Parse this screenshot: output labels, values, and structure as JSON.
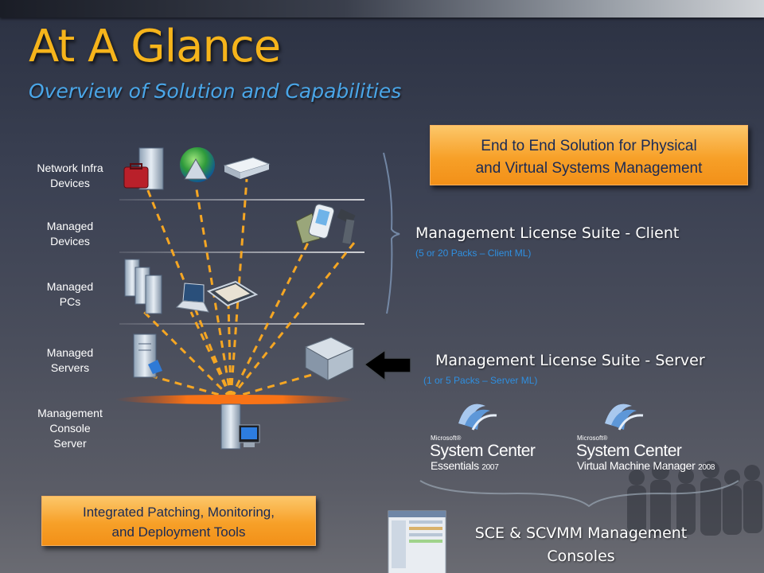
{
  "header": {
    "title": "At A Glance",
    "subtitle": "Overview of Solution and Capabilities"
  },
  "rows": [
    {
      "label": "Network Infra Devices",
      "line1": "Network Infra",
      "line2": "Devices"
    },
    {
      "label": "Managed Devices",
      "line1": "Managed",
      "line2": "Devices"
    },
    {
      "label": "Managed PCs",
      "line1": "Managed",
      "line2": "PCs"
    },
    {
      "label": "Managed Servers",
      "line1": "Managed",
      "line2": "Servers"
    },
    {
      "label": "Management Console Server",
      "line1": "Management",
      "line2": "Console",
      "line3": "Server"
    }
  ],
  "callouts": {
    "top": {
      "line1": "End to End Solution for Physical",
      "line2": "and Virtual Systems Management"
    },
    "bottom": {
      "line1": "Integrated Patching, Monitoring,",
      "line2": "and Deployment Tools"
    }
  },
  "suites": {
    "client": {
      "title": "Management License Suite - Client",
      "sub": "(5 or 20 Packs – Client ML)"
    },
    "server": {
      "title": "Management License Suite - Server",
      "sub": "(1 or 5 Packs – Server ML)"
    }
  },
  "products": [
    {
      "vendor": "Microsoft®",
      "brand": "System Center",
      "product": "Essentials",
      "year": "2007"
    },
    {
      "vendor": "Microsoft®",
      "brand": "System Center",
      "product": "Virtual Machine Manager",
      "year": "2008"
    }
  ],
  "consoles": {
    "line1": "SCE & SCVMM Management",
    "line2": "Consoles"
  },
  "colors": {
    "title": "#f6b41b",
    "subtitle": "#4aa6e8",
    "connector": "#f5a623",
    "callout": "#f7a028",
    "suite_sub": "#2f8fe0"
  },
  "icons": [
    "server-toolbox-icon",
    "globe-router-icon",
    "network-switch-icon",
    "pda-phone-icon",
    "handheld-scanner-icon",
    "pc-tower-cluster-icon",
    "laptop-icon",
    "tablet-pc-icon",
    "server-tower-icon",
    "rack-server-icon",
    "console-server-icon",
    "arrow-left-icon",
    "system-center-logo-icon",
    "console-screenshot-icon",
    "people-silhouette-icon"
  ]
}
